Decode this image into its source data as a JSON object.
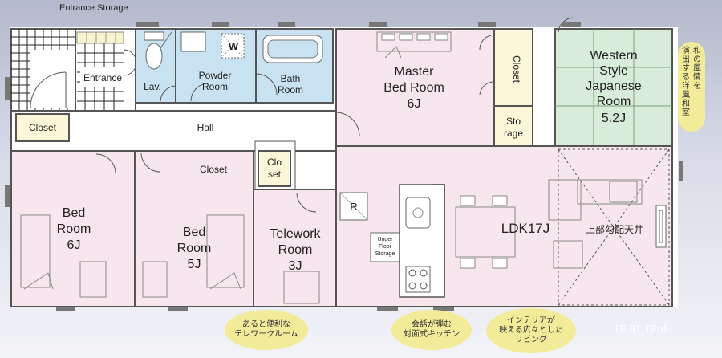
{
  "labels": {
    "entrance_storage": "Entrance Storage",
    "entrance": "Entrance",
    "lav": "Lav.",
    "powder_room": [
      "Powder",
      "Room"
    ],
    "w": "W",
    "bath_room": [
      "Bath",
      "Room"
    ],
    "master_bed_room": [
      "Master",
      "Bed Room",
      "6J"
    ],
    "closet_master": "Closet",
    "western_japanese": [
      "Western",
      "Style",
      "Japanese",
      "Room",
      "5.2J"
    ],
    "storage": [
      "Sto",
      "rage"
    ],
    "closet_left": "Closet",
    "hall": "Hall",
    "closet_mid": "Closet",
    "closet_small": [
      "Clo",
      "set"
    ],
    "bed_room_1": [
      "Bed",
      "Room",
      "6J"
    ],
    "bed_room_2": [
      "Bed",
      "Room",
      "5J"
    ],
    "telework_room": [
      "Telework",
      "Room",
      "3J"
    ],
    "r": "R",
    "under_floor": [
      "Under",
      "Floor",
      "Storage"
    ],
    "ldk": "LDK17J",
    "vaulted_ceiling": "上部勾配天井"
  },
  "notes": {
    "telework": [
      "あると便利な",
      "テレワークルーム"
    ],
    "kitchen": [
      "会話が弾む",
      "対面式キッチン"
    ],
    "living": [
      "インテリアが",
      "映える広々とした",
      "リビング"
    ],
    "japanese_room": [
      "和の風情を",
      "演出する洋風和室"
    ]
  },
  "floor_area": "1F 91.12㎡",
  "colors": {
    "room_pink": "#f8e6ee",
    "wet_blue": "#c8e2f2",
    "closet_yellow": "#fbf7d8",
    "hall_white": "#ffffff",
    "tatami_green": "#d9ecd9",
    "wall": "#555555",
    "note_yellow": "#f2ec9a"
  }
}
